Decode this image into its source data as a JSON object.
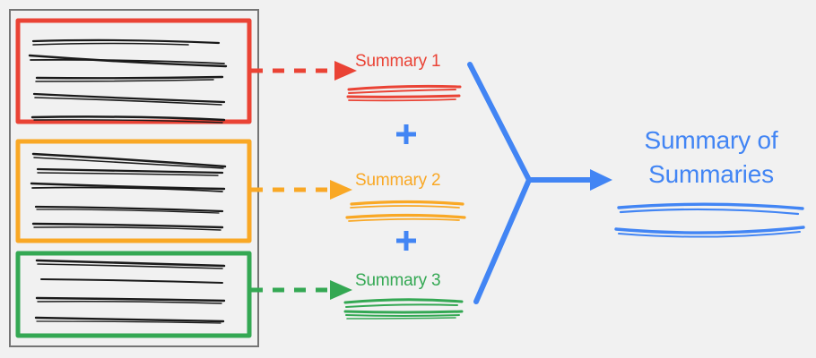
{
  "diagram": {
    "title": "Summary of Summaries pipeline",
    "background_color": "#f1f1f1"
  },
  "colors": {
    "red": "#ea4335",
    "yellow": "#f9a825",
    "green": "#34a853",
    "blue": "#4285f4",
    "document_border": "#757575",
    "scribble": "#1a1a1a"
  },
  "source_document": {
    "name": "document-container",
    "chunks": [
      {
        "id": "chunk-1",
        "color": "#ea4335",
        "text_line_count": 5
      },
      {
        "id": "chunk-2",
        "color": "#f9a825",
        "text_line_count": 5
      },
      {
        "id": "chunk-3",
        "color": "#34a853",
        "text_line_count": 4
      }
    ]
  },
  "summaries": [
    {
      "id": "summary-1",
      "label": "Summary 1",
      "color": "#ea4335",
      "scribble_line_count": 3
    },
    {
      "id": "summary-2",
      "label": "Summary 2",
      "color": "#f9a825",
      "scribble_line_count": 2
    },
    {
      "id": "summary-3",
      "label": "Summary 3",
      "color": "#34a853",
      "scribble_line_count": 3
    }
  ],
  "operators": [
    {
      "id": "plus-1",
      "symbol": "+",
      "color": "#4285f4"
    },
    {
      "id": "plus-2",
      "symbol": "+",
      "color": "#4285f4"
    }
  ],
  "final_output": {
    "label_line_1": "Summary of",
    "label_line_2": "Summaries",
    "color": "#4285f4",
    "scribble_line_count": 2
  },
  "arrows": [
    {
      "id": "arrow-chunk-1",
      "style": "dashed",
      "color": "#ea4335",
      "direction": "right"
    },
    {
      "id": "arrow-chunk-2",
      "style": "dashed",
      "color": "#f9a825",
      "direction": "right"
    },
    {
      "id": "arrow-chunk-3",
      "style": "dashed",
      "color": "#34a853",
      "direction": "right"
    },
    {
      "id": "arrow-merge",
      "style": "solid",
      "color": "#4285f4",
      "direction": "right"
    }
  ]
}
